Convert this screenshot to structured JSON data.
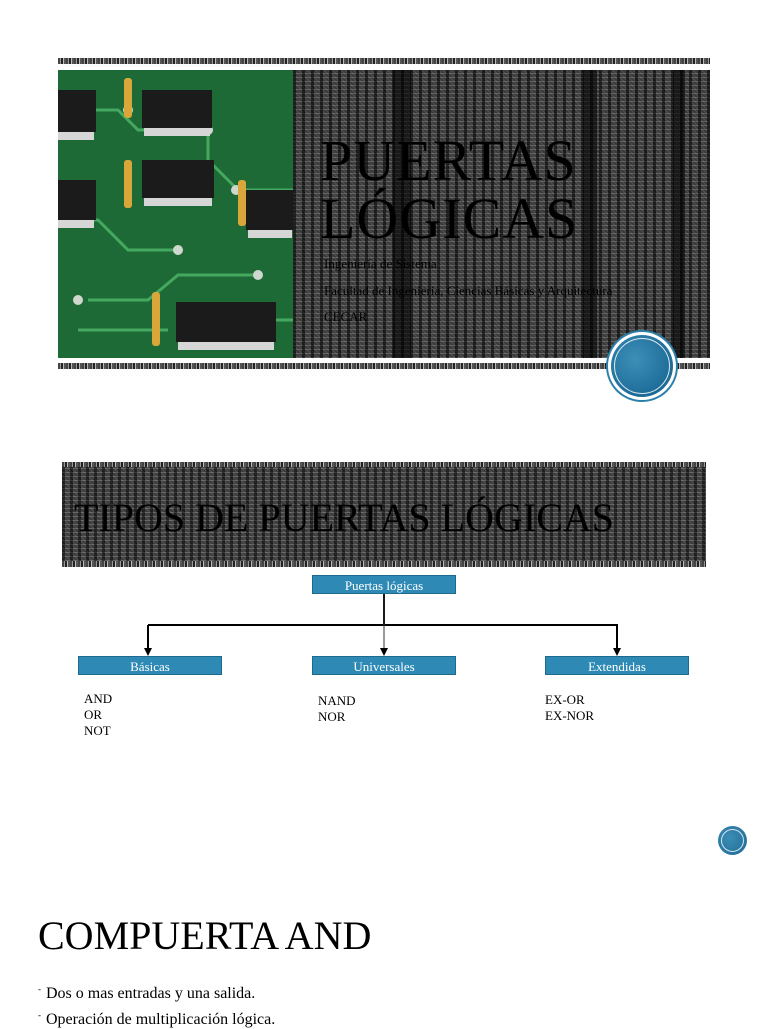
{
  "slide1": {
    "title_line1": "PUERTAS",
    "title_line2": "LÓGICAS",
    "subtitle_lines": [
      "Ingeniería de Sistema",
      "Facultad de Ingeniería, Ciencias Básicas y Arquitectura",
      "CECAR"
    ]
  },
  "slide2": {
    "title": "TIPOS DE PUERTAS LÓGICAS",
    "root": "Puertas lógicas",
    "categories": [
      {
        "label": "Básicas",
        "items": [
          "AND",
          "OR",
          "NOT"
        ]
      },
      {
        "label": "Universales",
        "items": [
          "NAND",
          "NOR"
        ]
      },
      {
        "label": "Extendidas",
        "items": [
          "EX-OR",
          "EX-NOR"
        ]
      }
    ]
  },
  "slide3": {
    "title": "COMPUERTA AND",
    "bullets": [
      "Dos o mas entradas y una salida.",
      "Operación de multiplicación lógica."
    ]
  },
  "colors": {
    "accent": "#2e8ab5",
    "pcb_green": "#1f6d3a"
  }
}
